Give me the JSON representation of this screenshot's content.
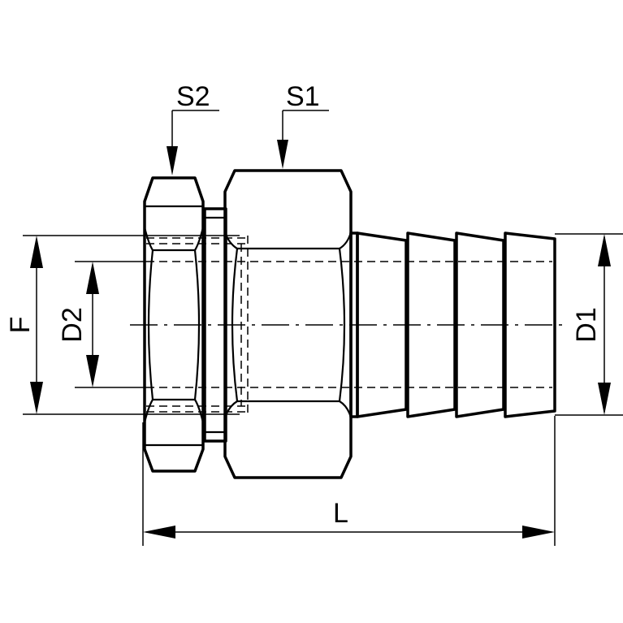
{
  "labels": {
    "s2": "S2",
    "s1": "S1",
    "f": "F",
    "d2": "D2",
    "d1": "D1",
    "l": "L"
  }
}
